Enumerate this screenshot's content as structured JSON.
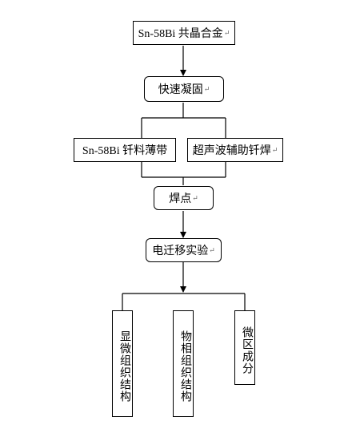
{
  "nodes": {
    "alloy": "Sn-58Bi 共晶合金",
    "solidify": "快速凝固",
    "foil": "Sn-58Bi 钎料薄带",
    "ultrasonic": "超声波辅助钎焊",
    "joint": "焊点",
    "electromigration": "电迁移实验",
    "microstructure": "显微组织结构",
    "phase": "物相组织结构",
    "composition": "微区成分"
  },
  "paragraph_mark": "↵"
}
